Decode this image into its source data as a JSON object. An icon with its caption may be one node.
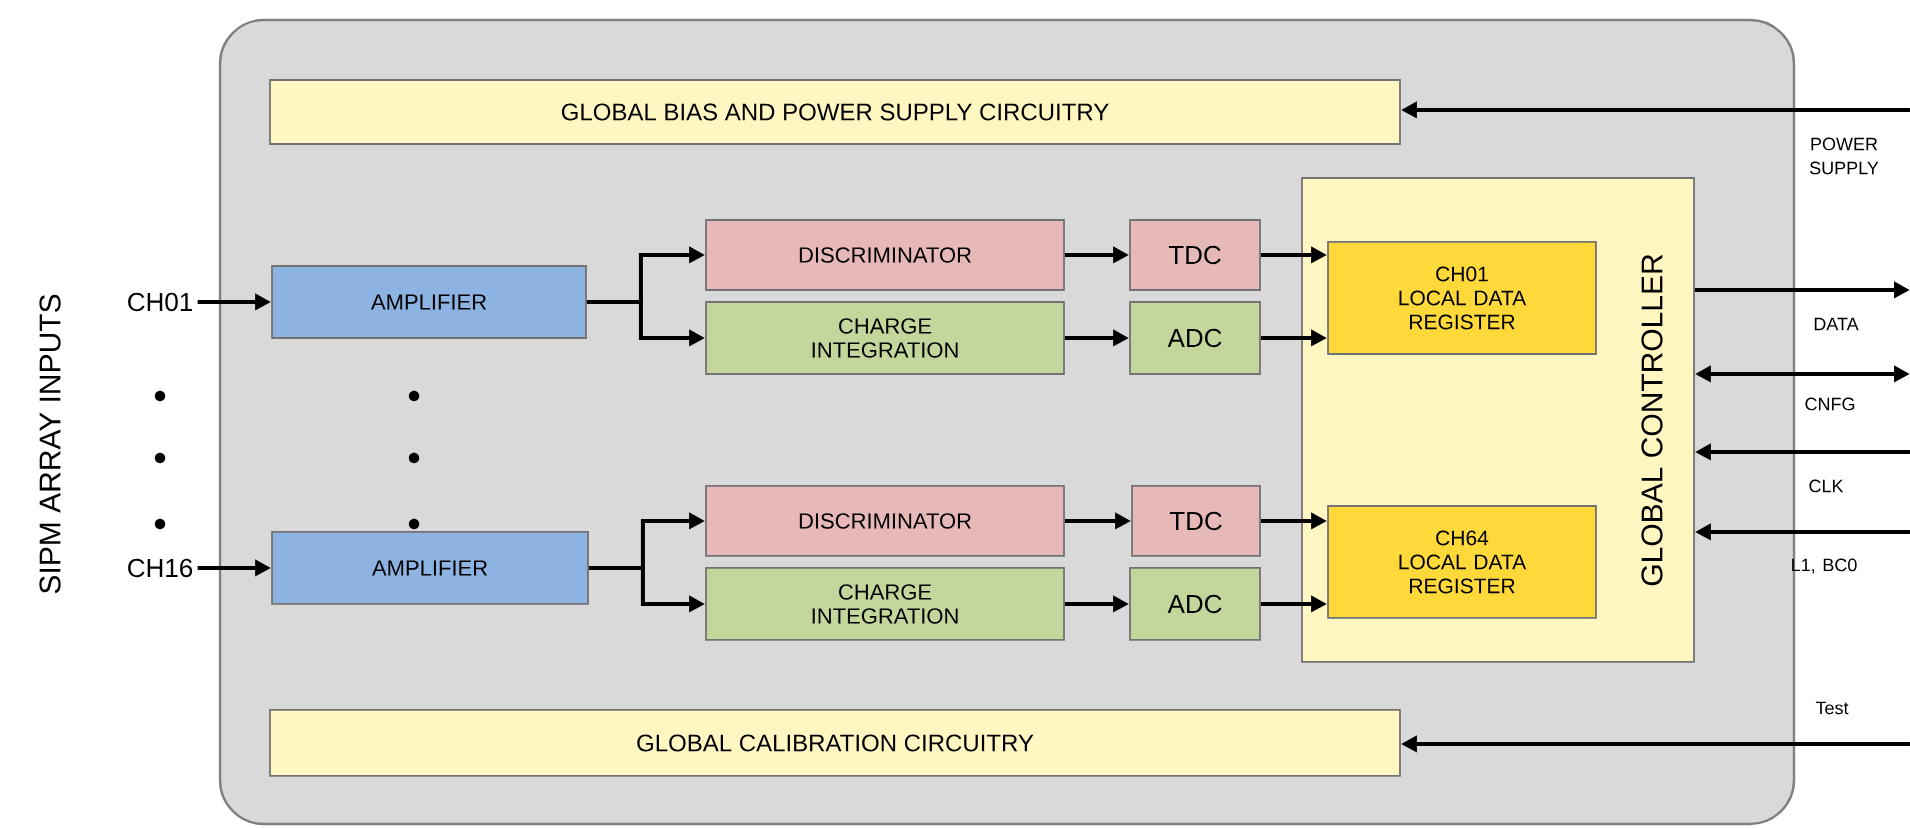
{
  "diagram": {
    "nodes": [
      {
        "text": [],
        "shape": "box"
      },
      {
        "text": [
          "GLOBAL BIAS AND POWER SUPPLY CIRCUITRY"
        ],
        "in": 0
      },
      {
        "text": [
          "AMPLIFIER"
        ],
        "in": 0
      },
      {
        "text": [
          "DISCRIMINATOR"
        ],
        "in": 0
      },
      {
        "text": [
          "CHARGE INTEGRATION"
        ],
        "in": 0
      },
      {
        "text": [
          "TDC"
        ],
        "in": 0
      },
      {
        "text": [
          "ADC"
        ],
        "in": 0
      },
      {
        "text": [
          "GLOBAL CONTROLLER"
        ],
        "in": 0
      },
      {
        "text": [
          "CH01",
          "LOCAL DATA REGISTER"
        ],
        "in": 7
      },
      {
        "text": [
          "AMPLIFIER"
        ],
        "in": 0
      },
      {
        "text": [
          "DISCRIMINATOR"
        ],
        "in": 0
      },
      {
        "text": [
          "CHARGE INTEGRATION"
        ],
        "in": 0
      },
      {
        "text": [
          "TDC"
        ],
        "in": 0
      },
      {
        "text": [
          "ADC"
        ],
        "in": 0
      },
      {
        "text": [
          "CH64",
          "LOCAL DATA REGISTER"
        ],
        "in": 7
      },
      {
        "text": [
          "GLOBAL CALIBRATION CIRCUITRY"
        ],
        "in": 0
      },
      {
        "text": [
          "CH01"
        ]
      },
      {
        "text": [
          "CH16"
        ]
      }
    ],
    "edges": [
      {
        "from": 16,
        "to": 2,
        "arrow": "to"
      },
      {
        "from": 2,
        "to": 3,
        "arrow": "to"
      },
      {
        "from": 2,
        "to": 4,
        "arrow": "to"
      },
      {
        "from": 3,
        "to": 5,
        "arrow": "to"
      },
      {
        "from": 4,
        "to": 6,
        "arrow": "to"
      },
      {
        "from": 5,
        "to": 8,
        "arrow": "to"
      },
      {
        "from": 6,
        "to": 8,
        "arrow": "to"
      },
      {
        "from": 17,
        "to": 9,
        "arrow": "to"
      },
      {
        "from": 9,
        "to": 10,
        "arrow": "to"
      },
      {
        "from": 9,
        "to": 11,
        "arrow": "to"
      },
      {
        "from": 10,
        "to": 12,
        "arrow": "to"
      },
      {
        "from": 11,
        "to": 13,
        "arrow": "to"
      },
      {
        "from": 12,
        "to": 14,
        "arrow": "to"
      },
      {
        "from": 13,
        "to": 14,
        "arrow": "to"
      },
      {
        "from": null,
        "to": 1,
        "arrow": "to",
        "label": "POWER SUPPLY"
      },
      {
        "from": 7,
        "to": null,
        "arrow": "to",
        "label": "DATA"
      },
      {
        "from": 7,
        "to": null,
        "arrow": "both",
        "label": "CNFG"
      },
      {
        "from": null,
        "to": 7,
        "arrow": "to",
        "label": "CLK"
      },
      {
        "from": null,
        "to": 7,
        "arrow": "to",
        "label": "L1, BC0"
      },
      {
        "from": null,
        "to": 15,
        "arrow": "to",
        "label": "Test"
      }
    ],
    "labels": [
      "SIPM ARRAY INPUTS"
    ]
  }
}
